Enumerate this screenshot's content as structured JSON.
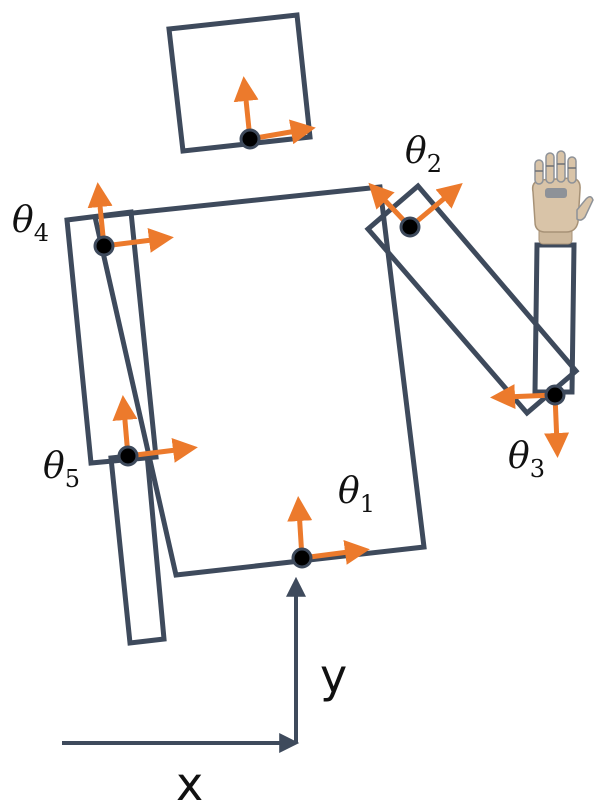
{
  "labels": {
    "theta1": {
      "sym": "θ",
      "sub": "1"
    },
    "theta2": {
      "sym": "θ",
      "sub": "2"
    },
    "theta3": {
      "sym": "θ",
      "sub": "3"
    },
    "theta4": {
      "sym": "θ",
      "sub": "4"
    },
    "theta5": {
      "sym": "θ",
      "sub": "5"
    },
    "x_axis": "x",
    "y_axis": "y"
  },
  "colors": {
    "link_outline": "#3e4a5c",
    "frame_arrow": "#ec7a2c",
    "joint": "#000000",
    "hand_skin": "#d9c4a8",
    "hand_metal": "#8e9298"
  },
  "icons": {
    "hand": "robot-hand-icon"
  }
}
